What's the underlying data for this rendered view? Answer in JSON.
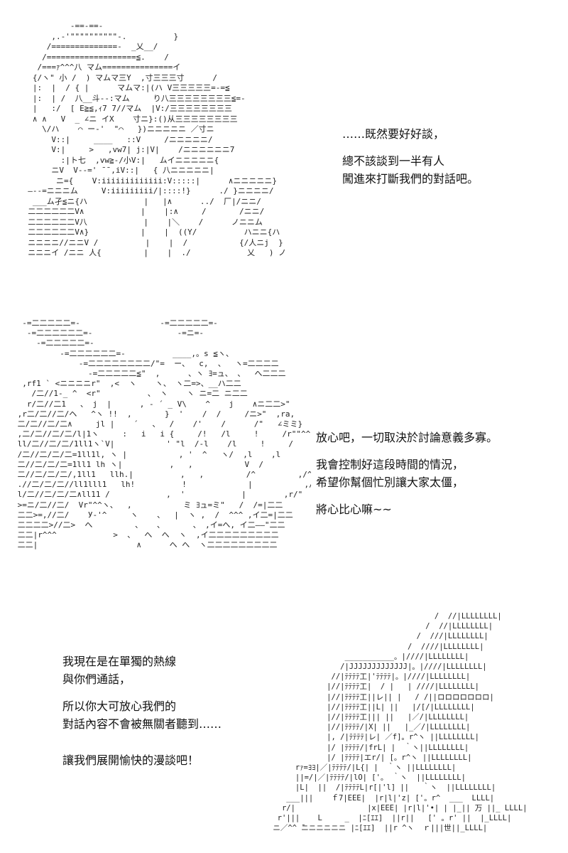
{
  "dialogue": {
    "block1": {
      "line1": "……既然要好好談，",
      "line2": "總不該談到一半有人",
      "line3": "闖進來打斷我們的對話吧。"
    },
    "block2": {
      "line1": "放心吧，一切取決於討論意義多寡。",
      "line2": "我會控制好這段時間的情況，",
      "line3": "希望你幫個忙別讓大家太僵，",
      "line4": "將心比心嘛~~"
    },
    "block3": {
      "line1": "我現在是在單獨的熱線",
      "line2": "與你們通話，",
      "line3": "所以你大可放心我們的",
      "line4": "對話內容不會被無關者聽到……",
      "line5": "讓我們展開愉快的漫談吧！"
    }
  },
  "ascii_art": {
    "panel1": "           -==-==-\n       ,.-'\"\"\"\"\"\"\"\"\"\"-.          }\n      /==============-  _乂__/\n     /===================≦.    /\n    /===ｧ^^^八 マム===============イ\n   {/ヽ\" 小 /  ) マムマ三Y  ,寸三三三寸      /\n   |:  |  / { |      マムマ:|(ハ V三三三三三=-=≦\n   |:  | /  八__斗--:マム     り八三三三三三三三三≦=-\n   |   :/  [ E≧≦,ｨ7 7//マム  |V:/三三三三三三三三\n   ∧ ∧   V  _ ∠ニ イX    寸ニ}:()从三三三三三三三三\n     \\/ハ    ⌒ ー‐'  \"⌒   })ニニニニニ ／寸ニ\n       V::|     ____   ::V     /ニニニニニ/\n       V:|     >   ,vw7| j:|V|    /ニニニニニニ7\n         :|ト七  ,vw≧-/小V:|   ムイニニニニニ{\n       ニV  V--=' ̄ ̄ ,iV::|   { 八ニニニニニ|\n        ニ={    V:iiiiiiiiiiiii:V:::::|      ∧ニニニニニ}\n  ―--=ニニニム     V:iiiiiiiii/|::::!}      ./ }ニニニニ/\n   ___ム孑≦ニ{ハ            |   |∧      ../  厂|/ニニ/\n  二二二二二二V∧            |    |:∧     /       /ニニ/\n  二二二二二二V八            |    |＼    /      ノニニム\n  二二二二二二V∧}           |    |  ((Y/          ハニニ{ハ\n  ニニニニ//ニニV /          |    |  /           {/人ニj  }\n  ニニニイ /ニニ 人{         |    |  ./            乂   ) ノ",
    "panel2": "  -=二二二二二=-                 -=二二二二二=-\n   -=二二二二二二=-                  -=ニ=-\n     -=二二二二二=-\n          -=二二二二二二=-          ____,。s ≦ヽ、\n              -=二二二二二二二二/\"=  ー、  c,  、  ヽ=二二二二\n                -=二二二二二≦\"  ,      、ヽ ﾖ=ュ、 、  へ二二二\n  ,rf1 ` <ニニニニr\"  ,<  ヽ    ヽ、 ヽ二=>、__ハ二二\n    /二//1-_ ^  <r\"          、 ヽ    ヽ ニ=二 ニ二二\n   r/二//二1   、 j  |      , - ´ _ V\\    ^    j    ∧ニ二二>\"\n ,r二/二//二/ヘ   ^ヽ !!  ,       }  '    /  /     /ニ>\"  ,ra,\n 二/二//二/二∧     jl |    ´   、  /    /'    /      /\"   ∠ミミ}\n ,二/二//二/二/l|1ヽ     :   i   i {     /!   /l     !     /r\"\"^^\n ll/二//二/二/1ll1ヽ`V|           ' \"l  /-l    /l     !     /\n /二//二/二/二=1ll1l, ヽ |           , '  ^   ヽ/  ,l    ,l        /\n 二//二/二/二=1ll1 lh ヽ|          ,   ,           V  /            ,/=\n 二//二/二/二/,1ll1   llh.|          ,   ,         /^         ,/^  /ニ=\n .//二/二/二//ll1lll1   lh!          !             |           ,/\"   /イ=\n l/二//二/二/二∧ll11 /            ,  '            |        ,r/\"    ∠=\n >=ニ/二//二/  Vr\"^^ヽ、  ,           ミ ﾖュ=ミ\"   /  /=|二二\n 二二>=,//二/    У-'^     ヽ    、  |  ヽ ,  /  ^^^ ,イ二=|二二\n 二二二二>//二>  へ         、   、      、 ,イ=へ, イ二――\"二二\n 二二|r^^^            >  、  へ  へ  ヽ  ,イ二二二二二二二二二\n 二二|                     ∧      へ へ  ヽ二二二二二二二二二",
    "panel3": "                                     /  //|LLLLLLLL|\n                                   /  //|LLLLLLLL|\n                                 /  ///|LLLLLLLL|\n                               /  ////|LLLLLLLL|\n                 ___________。|////|LLLLLLLL|\n                /|JJJJJJJJJJJJJ|。|////|LLLLLLLL|\n              //|ﾃﾃﾃﾃ工|'ﾃﾃﾃﾃ|。|////|LLLLLLLL|\n             |//|ﾃﾃﾃﾃ工|  / |   | ////|LLLLLLLL|\n             |//|ﾃﾃﾃﾃ工||レ|| |   / /||ロロロロロロロ|\n             |//|ﾃﾃﾃﾃ工||L| ||   |/[/|LLLLLLLL|\n             |//|ﾃﾃﾃﾃ工||| ||   |／/|LLLLLLLL|\n             |//|ﾃﾃﾃﾃ/|X| ||   |_／/|LLLLLLLL|\n             |, /|ﾃﾃﾃﾃ|レ| ／f]。r^ヽ ||LLLLLLLL|\n             |/ |ﾃﾃﾃﾃ/|frL| |  ｀ヽ||LLLLLLLL|\n             |/ |ﾃﾃﾃﾃ|エr/| [。r^ヽ ||LLLLLLLL|\n      rｧ=ﾖﾖ|／|ﾃﾃﾃﾃ/|L{| |  ｀ヽ ||LLLLLLLL|\n      ||=/|／|ﾃﾃﾃﾃ/|lO| ['。 ｀ヽ  ||LLLLLLLL|\n      |L|  ||  /|ﾃﾃﾃﾃL|r[|'l] ||   ｀ヽ  ||LLLLLLLL|\n    ___|||    ｆ7|EEE|  |r|l|'z| ['。r^  ___  LLLL|\n   r/|                |x|EEE| |r|l|'•| | |_|| 万 ||_ LLLL|\n  r'|||    L     _  |ﾆ[ｴｴ]  ||r||   [' 。r' ||  |_LLLL|\n ニ／^^ ̄ニニニニニニ |ﾆ[ｴｴ]  ||r ^ヽ  ｒ|||世||_LLLL|"
  }
}
